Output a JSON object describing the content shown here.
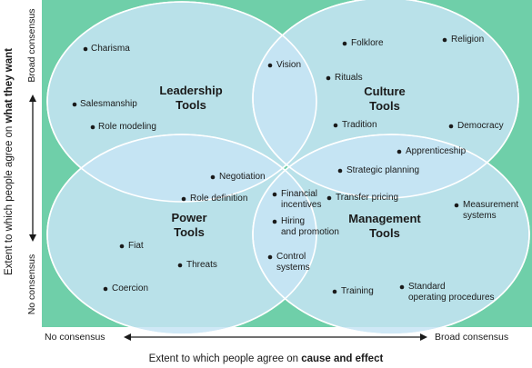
{
  "quadrants": {
    "leadership": {
      "line1": "Leadership",
      "line2": "Tools"
    },
    "culture": {
      "line1": "Culture",
      "line2": "Tools"
    },
    "power": {
      "line1": "Power",
      "line2": "Tools"
    },
    "management": {
      "line1": "Management",
      "line2": "Tools"
    }
  },
  "items": {
    "charisma": "Charisma",
    "salesmanship": "Salesmanship",
    "role_modeling": "Role modeling",
    "vision": "Vision",
    "folklore": "Folklore",
    "religion": "Religion",
    "rituals": "Rituals",
    "tradition": "Tradition",
    "democracy": "Democracy",
    "apprenticeship": "Apprenticeship",
    "strategic_planning": "Strategic planning",
    "negotiation": "Negotiation",
    "role_definition": "Role definition",
    "financial_incentives_1": "Financial",
    "financial_incentives_2": "incentives",
    "transfer_pricing": "Transfer pricing",
    "measurement_systems_1": "Measurement",
    "measurement_systems_2": "systems",
    "hiring_1": "Hiring",
    "hiring_2": "and promotion",
    "fiat": "Fiat",
    "threats": "Threats",
    "control_systems_1": "Control",
    "control_systems_2": "systems",
    "coercion": "Coercion",
    "training": "Training",
    "sop_1": "Standard",
    "sop_2": "operating procedures"
  },
  "x_axis": {
    "left": "No consensus",
    "right": "Broad  consensus",
    "title_prefix": "Extent to which people agree on ",
    "title_emphasis": "cause and effect"
  },
  "y_axis": {
    "bottom": "No consensus",
    "top": "Broad  consensus",
    "title_prefix": "Extent to which people agree on ",
    "title_emphasis": "what they want"
  },
  "colors": {
    "background": "#6fcfa9",
    "ellipse_fill": "#c7e4f5",
    "ellipse_stroke": "#ffffff",
    "text": "#1a1a1a"
  }
}
